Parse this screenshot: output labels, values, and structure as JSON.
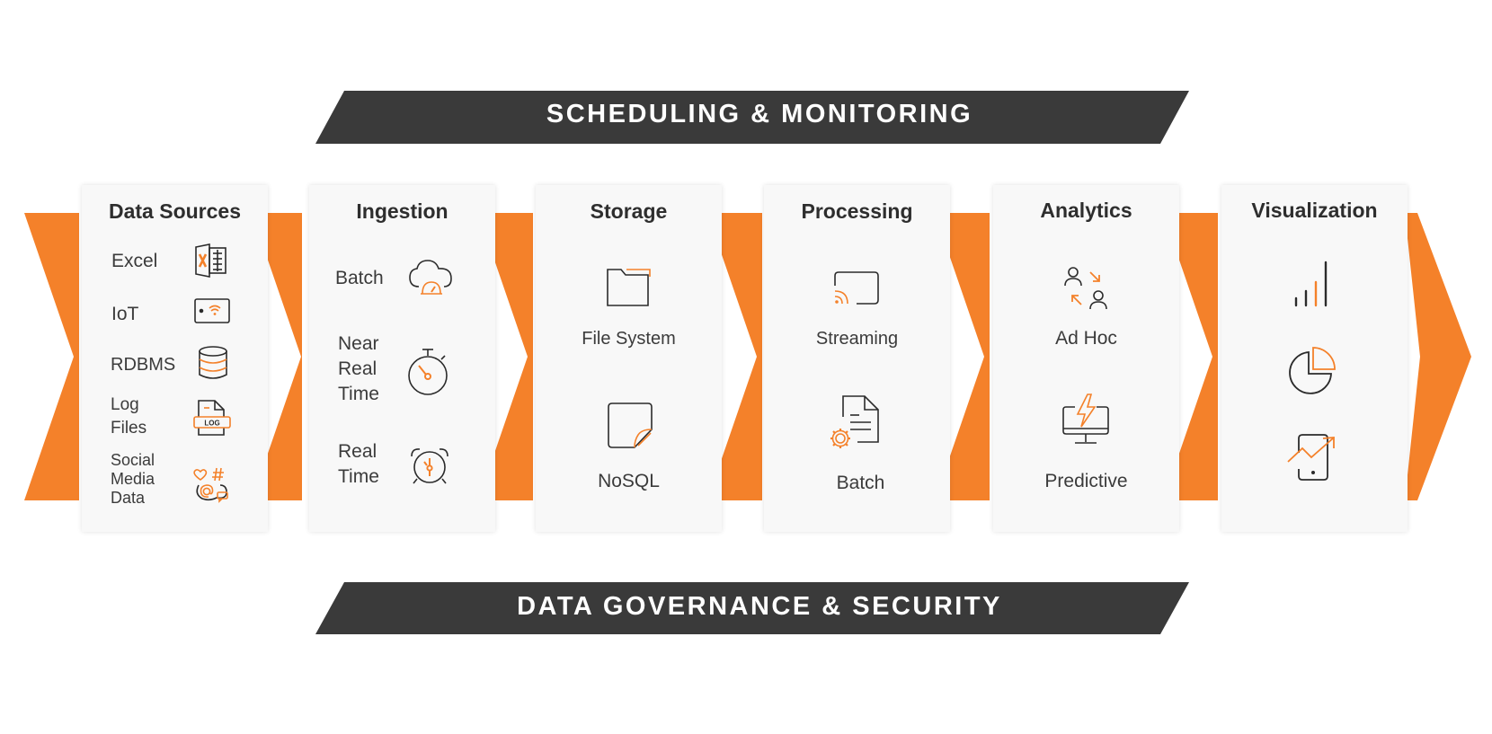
{
  "banners": {
    "top": "SCHEDULING & MONITORING",
    "bottom": "DATA GOVERNANCE & SECURITY"
  },
  "colors": {
    "accent": "#f4812a",
    "dark": "#3a3a3a",
    "card": "#f8f8f8",
    "text": "#333333"
  },
  "stages": [
    {
      "title": "Data Sources",
      "items": [
        {
          "label": "Excel",
          "icon": "excel-icon"
        },
        {
          "label": "IoT",
          "icon": "iot-device-icon"
        },
        {
          "label": "RDBMS",
          "icon": "database-icon"
        },
        {
          "label": "Log Files",
          "icon": "log-file-icon"
        },
        {
          "label": "Social Media Data",
          "icon": "social-media-icon"
        }
      ]
    },
    {
      "title": "Ingestion",
      "items": [
        {
          "label": "Batch",
          "icon": "cloud-gauge-icon"
        },
        {
          "label": "Near Real Time",
          "icon": "stopwatch-icon"
        },
        {
          "label": "Real Time",
          "icon": "alarm-clock-icon"
        }
      ]
    },
    {
      "title": "Storage",
      "items": [
        {
          "label": "File System",
          "icon": "folder-icon"
        },
        {
          "label": "NoSQL",
          "icon": "nosql-document-icon"
        }
      ]
    },
    {
      "title": "Processing",
      "items": [
        {
          "label": "Streaming",
          "icon": "cast-screen-icon"
        },
        {
          "label": "Batch",
          "icon": "document-gear-icon"
        }
      ]
    },
    {
      "title": "Analytics",
      "items": [
        {
          "label": "Ad Hoc",
          "icon": "users-exchange-icon"
        },
        {
          "label": "Predictive",
          "icon": "monitor-lightning-icon"
        }
      ]
    },
    {
      "title": "Visualization",
      "items": [
        {
          "label": "",
          "icon": "signal-bars-icon"
        },
        {
          "label": "",
          "icon": "pie-chart-icon"
        },
        {
          "label": "",
          "icon": "tablet-trend-icon"
        }
      ]
    }
  ]
}
